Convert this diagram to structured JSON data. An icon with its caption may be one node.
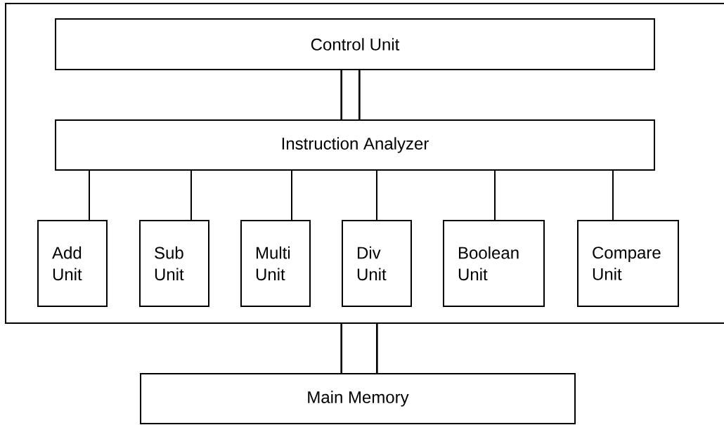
{
  "diagram": {
    "nodes": [
      {
        "text": [],
        "shape": "box"
      },
      {
        "text": [
          "Control Unit"
        ],
        "in": 0
      },
      {
        "text": [
          "Instruction Analyzer"
        ],
        "in": 0
      },
      {
        "text": [
          "Add Unit"
        ],
        "in": 0
      },
      {
        "text": [
          "Sub Unit"
        ],
        "in": 0
      },
      {
        "text": [
          "Multi Unit"
        ],
        "in": 0
      },
      {
        "text": [
          "Div Unit"
        ],
        "in": 0
      },
      {
        "text": [
          "Boolean Unit"
        ],
        "in": 0
      },
      {
        "text": [
          "Compare Unit"
        ],
        "in": 0
      },
      {
        "text": [
          "Main Memory"
        ]
      }
    ],
    "edges": [
      {
        "from": 1,
        "to": 2,
        "arrow": "none",
        "style": "thick"
      },
      {
        "from": 2,
        "to": 3,
        "arrow": "none"
      },
      {
        "from": 2,
        "to": 4,
        "arrow": "none"
      },
      {
        "from": 2,
        "to": 5,
        "arrow": "none"
      },
      {
        "from": 2,
        "to": 6,
        "arrow": "none"
      },
      {
        "from": 2,
        "to": 7,
        "arrow": "none"
      },
      {
        "from": 2,
        "to": 8,
        "arrow": "none"
      },
      {
        "from": 0,
        "to": 9,
        "arrow": "none",
        "style": "thick"
      }
    ]
  }
}
